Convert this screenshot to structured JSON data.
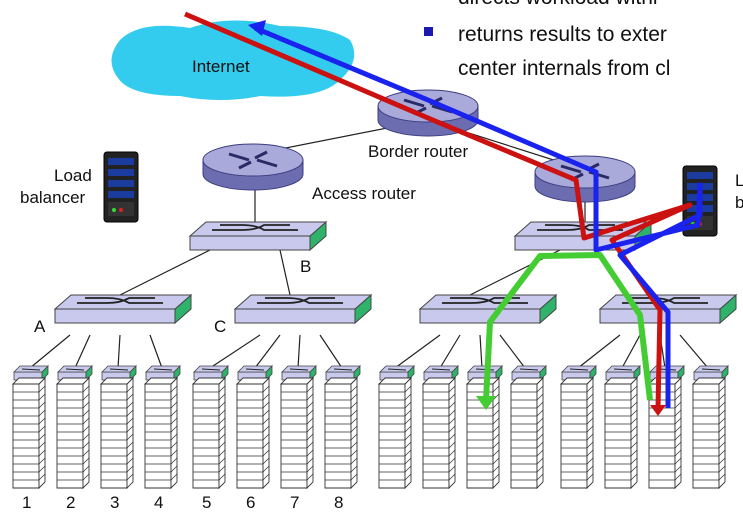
{
  "bullets": [
    "directs workload withi",
    "returns results to exter",
    "center internals from cl"
  ],
  "labels": {
    "internet": "Internet",
    "border_router": "Border router",
    "access_router": "Access router",
    "load_balancer_line1": "Load",
    "load_balancer_line2": "balancer",
    "right_lb_line1": "L",
    "right_lb_line2": "b",
    "switch_a": "A",
    "switch_b": "B",
    "switch_c": "C"
  },
  "rack_numbers": [
    "1",
    "2",
    "3",
    "4",
    "5",
    "6",
    "7",
    "8"
  ],
  "colors": {
    "internet_cloud": "#33ccee",
    "router_top": "#a9a9da",
    "router_side": "#6c6cb0",
    "switch_top": "#c9c9ee",
    "switch_side": "#2fb36a",
    "path_red": "#cc1111",
    "path_blue": "#1a22ee",
    "path_green": "#44cc33",
    "bullet_square": "#1a1ab0"
  },
  "icons": [
    "router-icon",
    "switch-icon",
    "server-rack-icon",
    "load-balancer-icon",
    "cloud-icon"
  ]
}
